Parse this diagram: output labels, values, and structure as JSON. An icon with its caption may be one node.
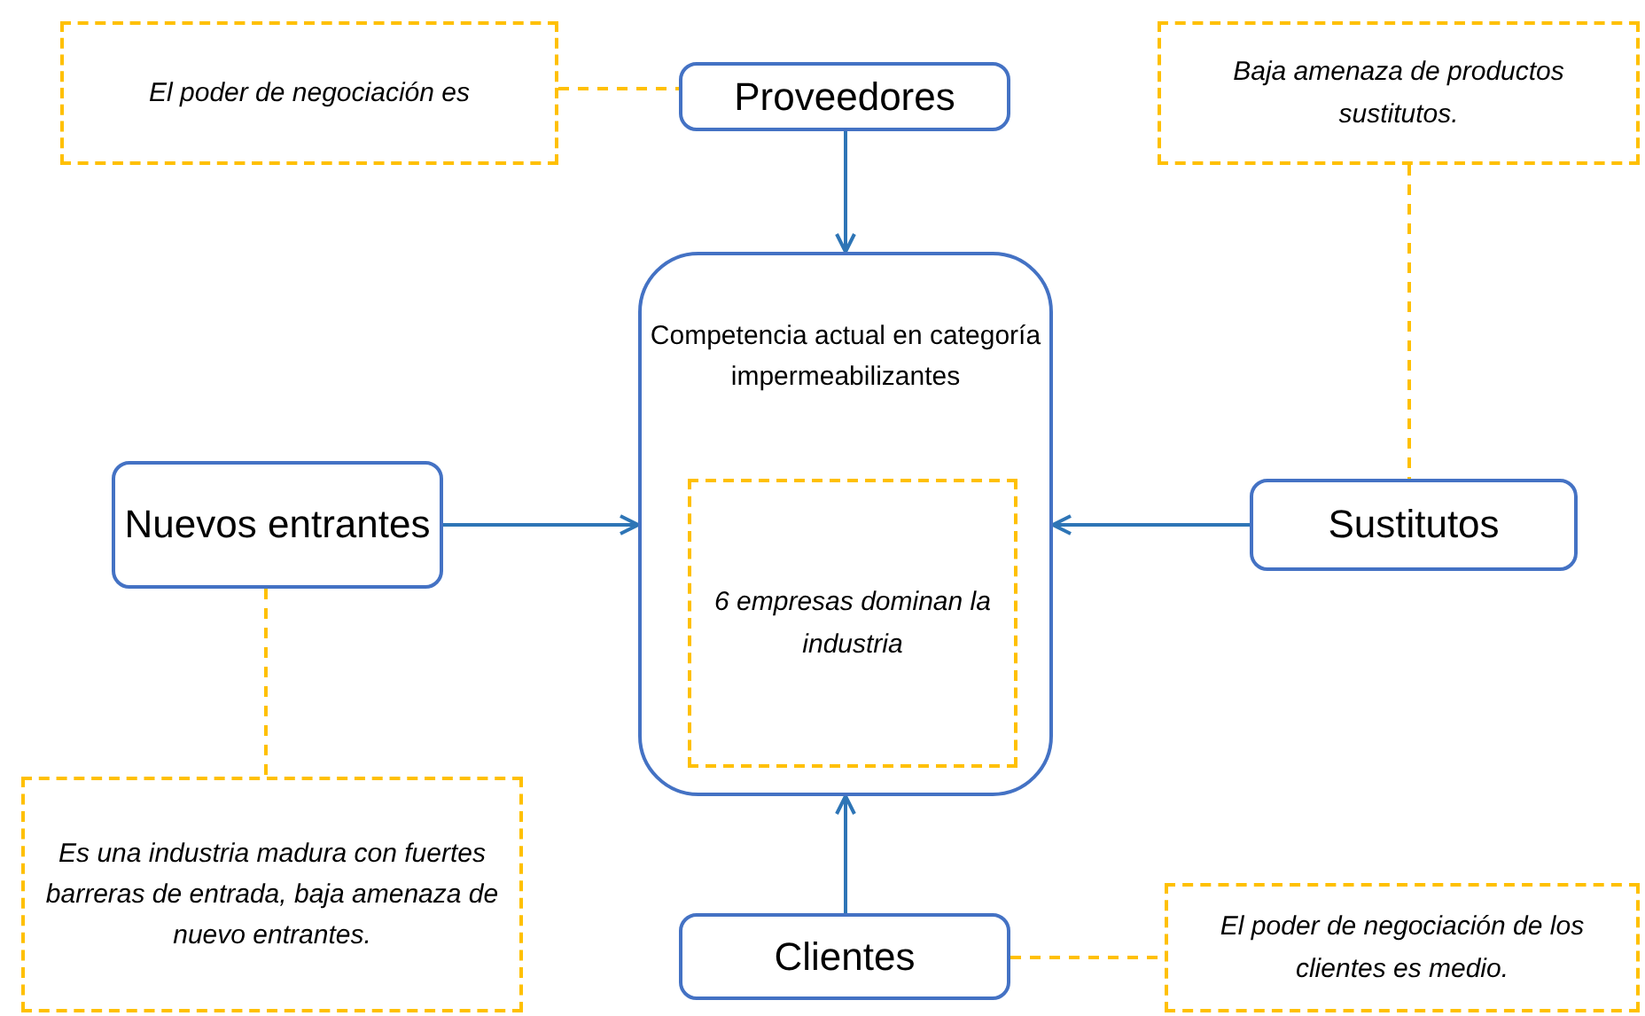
{
  "diagram": {
    "nodes": [
      {
        "text": [
          "El poder de negociación es"
        ]
      },
      {
        "text": [
          "Proveedores"
        ]
      },
      {
        "text": [
          "Baja amenaza de productos sustitutos."
        ]
      },
      {
        "text": [
          "Competencia actual en categoría impermeabilizantes"
        ]
      },
      {
        "text": [
          "6 empresas dominan la industria"
        ],
        "in": 3
      },
      {
        "text": [
          "Nuevos entrantes"
        ]
      },
      {
        "text": [
          "Sustitutos"
        ]
      },
      {
        "text": [
          "Es una industria madura con fuertes barreras de entrada, baja amenaza de nuevo entrantes."
        ]
      },
      {
        "text": [
          "Clientes"
        ]
      },
      {
        "text": [
          "El poder de negociación de los clientes es medio."
        ]
      }
    ],
    "edges": [
      {
        "from": 1,
        "to": 3,
        "arrow": "to"
      },
      {
        "from": 5,
        "to": 3,
        "arrow": "to"
      },
      {
        "from": 6,
        "to": 3,
        "arrow": "to"
      },
      {
        "from": 8,
        "to": 3,
        "arrow": "to"
      },
      {
        "from": 0,
        "to": 1,
        "arrow": "none",
        "style": "dashed",
        "color": "#ffc000"
      },
      {
        "from": 2,
        "to": 6,
        "arrow": "none",
        "style": "dashed",
        "color": "#ffc000"
      },
      {
        "from": 5,
        "to": 7,
        "arrow": "none",
        "style": "dashed",
        "color": "#ffc000"
      },
      {
        "from": 8,
        "to": 9,
        "arrow": "none",
        "style": "dashed",
        "color": "#ffc000"
      }
    ]
  }
}
